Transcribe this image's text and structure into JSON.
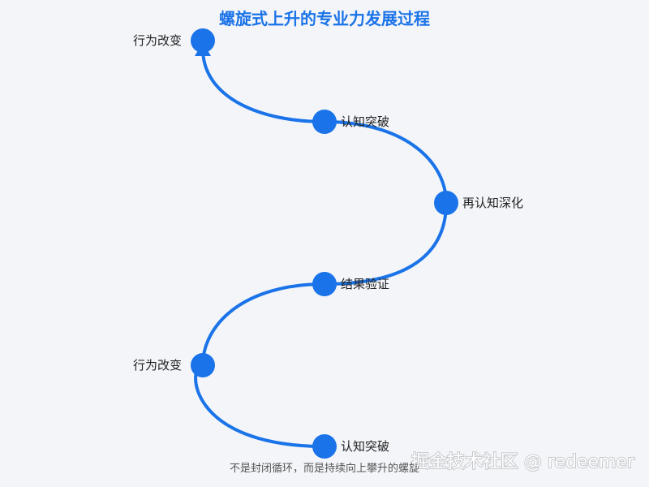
{
  "title": "螺旋式上升的专业力发展过程",
  "nodes": [
    {
      "label": "行为改变"
    },
    {
      "label": "认知突破"
    },
    {
      "label": "再认知深化"
    },
    {
      "label": "结果验证"
    },
    {
      "label": "行为改变"
    },
    {
      "label": "认知突破"
    }
  ],
  "caption": "不是封闭循环，而是持续向上攀升的螺旋",
  "watermark": "掘金技术社区 @ redeemer",
  "colors": {
    "accent": "#1a73e8",
    "title": "#1a73e8",
    "background": "#f3f5f9"
  }
}
